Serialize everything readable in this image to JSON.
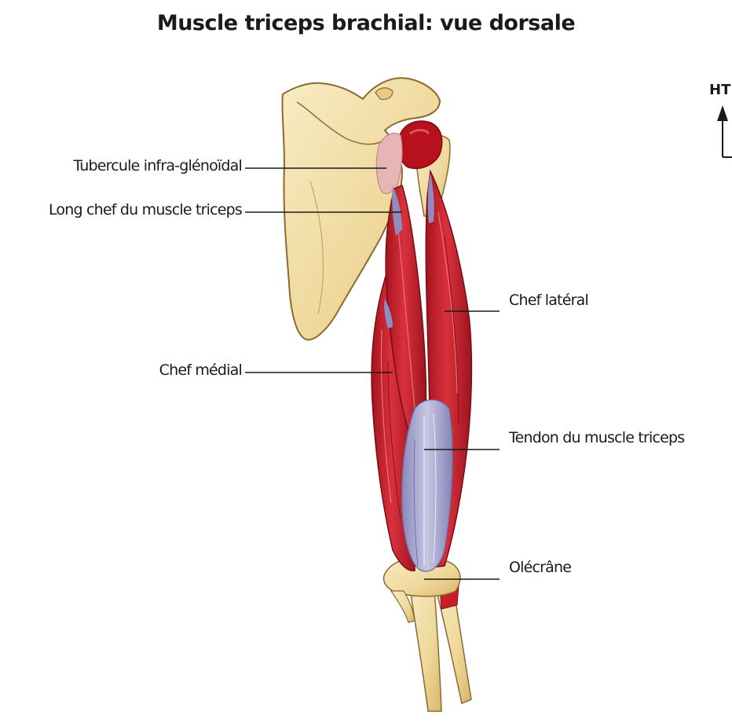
{
  "title": "Muscle triceps brachial: vue dorsale",
  "labels": {
    "tubercule": "Tubercule infra-glénoïdal",
    "long_chef": "Long chef du muscle triceps",
    "chef_lateral": "Chef latéral",
    "chef_medial": "Chef médial",
    "tendon": "Tendon du muscle triceps",
    "olecrane": "Olécrâne"
  },
  "orientation": {
    "label": "HT",
    "icon": "up-arrow-icon"
  },
  "colors": {
    "bone": "#f1dfa4",
    "bone_outline": "#8a6a32",
    "muscle": "#c81e2c",
    "muscle_dark": "#8e0f1a",
    "tendon": "#9a98c8",
    "leader_line": "#1a1a1a"
  }
}
